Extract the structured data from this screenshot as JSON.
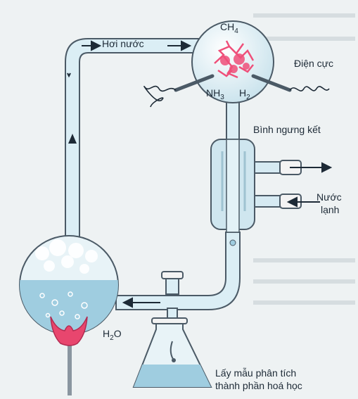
{
  "labels": {
    "steam": "Hơi nước",
    "electrode": "Điện cực",
    "condenser": "Bình ngưng kết",
    "cold_water_1": "Nước",
    "cold_water_2": "lạnh",
    "sample_1": "Lấy mẫu phân tích",
    "sample_2": "thành phần hoá học"
  },
  "formulas": {
    "methane": {
      "base": "CH",
      "sub": "4"
    },
    "ammonia": {
      "base": "NH",
      "sub": "3"
    },
    "hydrogen": {
      "base": "H",
      "sub": "2"
    },
    "water": {
      "base": "H",
      "sub": "2",
      "tail": "O"
    }
  },
  "colors": {
    "glass": "#d6eaf2",
    "water": "#9fcde0",
    "spark": "#ef4f7a",
    "flame": "#e8466e",
    "outline": "#4b5a66",
    "text": "#1d2a36"
  }
}
